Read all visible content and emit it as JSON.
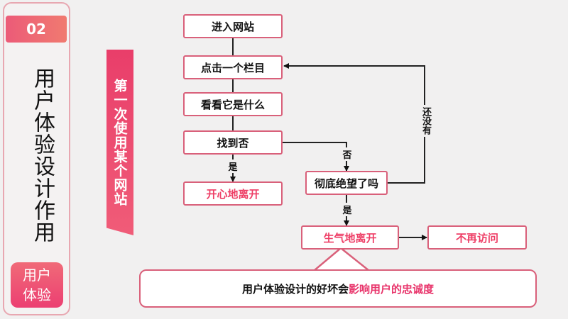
{
  "left_panel": {
    "number": "02",
    "title": "用户体验设计作用",
    "badge_line1": "用户",
    "badge_line2": "体验"
  },
  "ribbon": {
    "text": "第一次使用某个网站"
  },
  "flow": {
    "enter_site": "进入网站",
    "click_column": "点击一个栏目",
    "see_what": "看看它是什么",
    "found": "找到否",
    "leave_happy": "开心地离开",
    "despair": "彻底绝望了吗",
    "leave_angry": "生气地离开",
    "no_return": "不再访问"
  },
  "labels": {
    "yes1": "是",
    "no": "否",
    "yes2": "是",
    "not_yet": "还没有"
  },
  "callout": {
    "text_before": "用户体验设计的好坏会",
    "text_highlight": "影响用户的忠诚度"
  },
  "colors": {
    "accent": "#ec3f72",
    "border": "#d9607a",
    "highlight": "#e8336a"
  }
}
